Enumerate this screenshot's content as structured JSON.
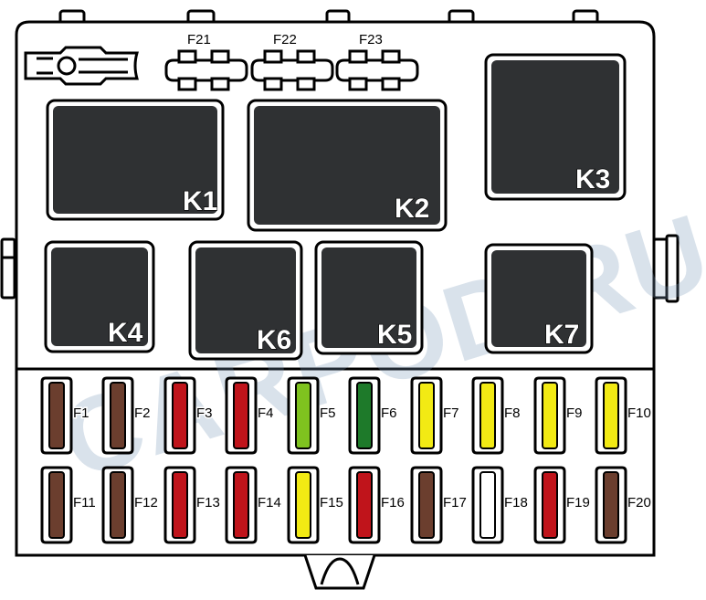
{
  "watermark": "CARPOD.RU",
  "mini_fuses": [
    {
      "id": "F21",
      "label": "F21"
    },
    {
      "id": "F22",
      "label": "F22"
    },
    {
      "id": "F23",
      "label": "F23"
    }
  ],
  "relays": [
    {
      "id": "K1",
      "label": "K1"
    },
    {
      "id": "K2",
      "label": "K2"
    },
    {
      "id": "K3",
      "label": "K3"
    },
    {
      "id": "K4",
      "label": "K4"
    },
    {
      "id": "K6",
      "label": "K6"
    },
    {
      "id": "K5",
      "label": "K5"
    },
    {
      "id": "K7",
      "label": "K7"
    }
  ],
  "fuse_colors": {
    "brown": "#6b3e2e",
    "red": "#c0141b",
    "light-green": "#7fc31f",
    "green": "#1e7a2a",
    "yellow": "#f2ea14",
    "white": "#ffffff"
  },
  "fuses": [
    {
      "id": "F1",
      "label": "F1",
      "color": "brown"
    },
    {
      "id": "F2",
      "label": "F2",
      "color": "brown"
    },
    {
      "id": "F3",
      "label": "F3",
      "color": "red"
    },
    {
      "id": "F4",
      "label": "F4",
      "color": "red"
    },
    {
      "id": "F5",
      "label": "F5",
      "color": "light-green"
    },
    {
      "id": "F6",
      "label": "F6",
      "color": "green"
    },
    {
      "id": "F7",
      "label": "F7",
      "color": "yellow"
    },
    {
      "id": "F8",
      "label": "F8",
      "color": "yellow"
    },
    {
      "id": "F9",
      "label": "F9",
      "color": "yellow"
    },
    {
      "id": "F10",
      "label": "F10",
      "color": "yellow"
    },
    {
      "id": "F11",
      "label": "F11",
      "color": "brown"
    },
    {
      "id": "F12",
      "label": "F12",
      "color": "brown"
    },
    {
      "id": "F13",
      "label": "F13",
      "color": "red"
    },
    {
      "id": "F14",
      "label": "F14",
      "color": "red"
    },
    {
      "id": "F15",
      "label": "F15",
      "color": "yellow"
    },
    {
      "id": "F16",
      "label": "F16",
      "color": "red"
    },
    {
      "id": "F17",
      "label": "F17",
      "color": "brown"
    },
    {
      "id": "F18",
      "label": "F18",
      "color": "white"
    },
    {
      "id": "F19",
      "label": "F19",
      "color": "red"
    },
    {
      "id": "F20",
      "label": "F20",
      "color": "brown"
    }
  ]
}
